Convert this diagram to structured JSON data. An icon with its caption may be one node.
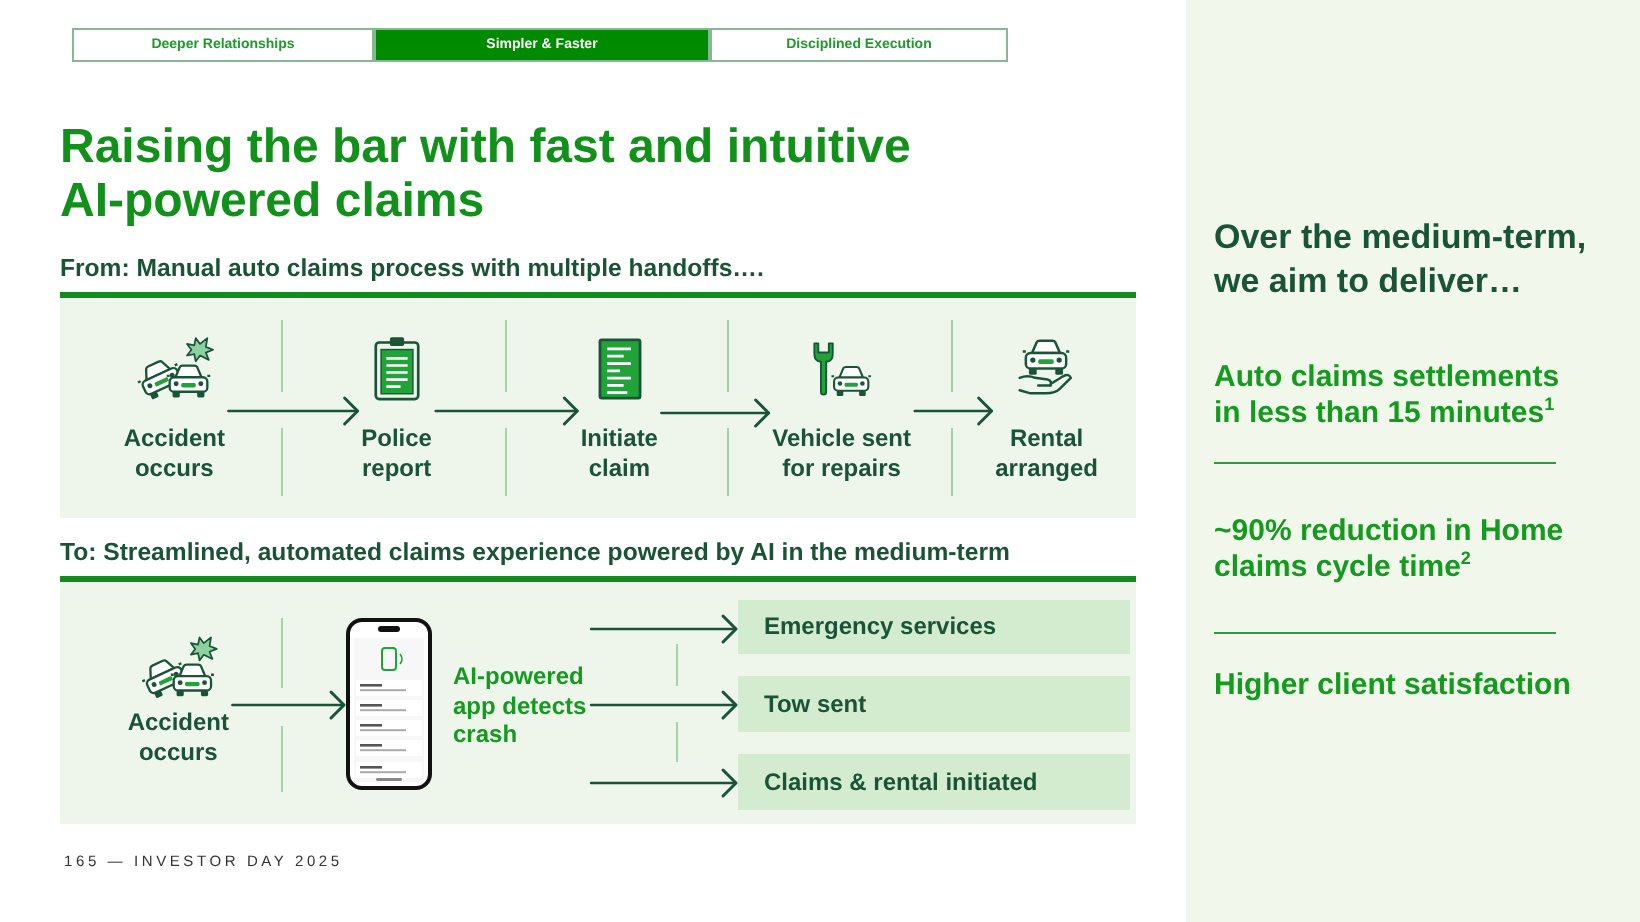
{
  "diagram": {
    "title": "Raising the bar with fast and intuitive AI-powered claims",
    "nodes": [
      {
        "text": [
          "From: Manual auto claims process with multiple handoffs…."
        ]
      },
      {
        "text": [
          "Accident occurs"
        ],
        "in": 0
      },
      {
        "text": [
          "Police report"
        ],
        "in": 0
      },
      {
        "text": [
          "Initiate claim"
        ],
        "in": 0
      },
      {
        "text": [
          "Vehicle sent for repairs"
        ],
        "in": 0
      },
      {
        "text": [
          "Rental arranged"
        ],
        "in": 0
      },
      {
        "text": [
          "To: Streamlined, automated claims experience powered by AI in the medium-term"
        ]
      },
      {
        "text": [
          "Accident occurs"
        ],
        "in": 6
      },
      {
        "text": [
          "AI-powered app detects crash"
        ],
        "in": 6
      },
      {
        "text": [
          "Emergency services"
        ],
        "in": 6
      },
      {
        "text": [
          "Tow sent"
        ],
        "in": 6
      },
      {
        "text": [
          "Claims & rental initiated"
        ],
        "in": 6
      }
    ],
    "edges": [
      {
        "from": 1,
        "to": 2,
        "arrow": "to"
      },
      {
        "from": 2,
        "to": 3,
        "arrow": "to"
      },
      {
        "from": 3,
        "to": 4,
        "arrow": "to"
      },
      {
        "from": 4,
        "to": 5,
        "arrow": "to"
      },
      {
        "from": 7,
        "to": 8,
        "arrow": "to"
      },
      {
        "from": 8,
        "to": 9,
        "arrow": "to"
      },
      {
        "from": 8,
        "to": 10,
        "arrow": "to"
      },
      {
        "from": 8,
        "to": 11,
        "arrow": "to"
      }
    ],
    "labels": [
      "Deeper Relationships",
      "Simpler & Faster",
      "Disciplined Execution",
      "Over the medium-term, we aim to deliver…",
      "Auto claims settlements in less than 15 minutes$^{1}$",
      "~90% reduction in Home claims cycle time$^{2}$",
      "Higher client satisfaction",
      "165 — INVESTOR DAY 2025"
    ]
  }
}
